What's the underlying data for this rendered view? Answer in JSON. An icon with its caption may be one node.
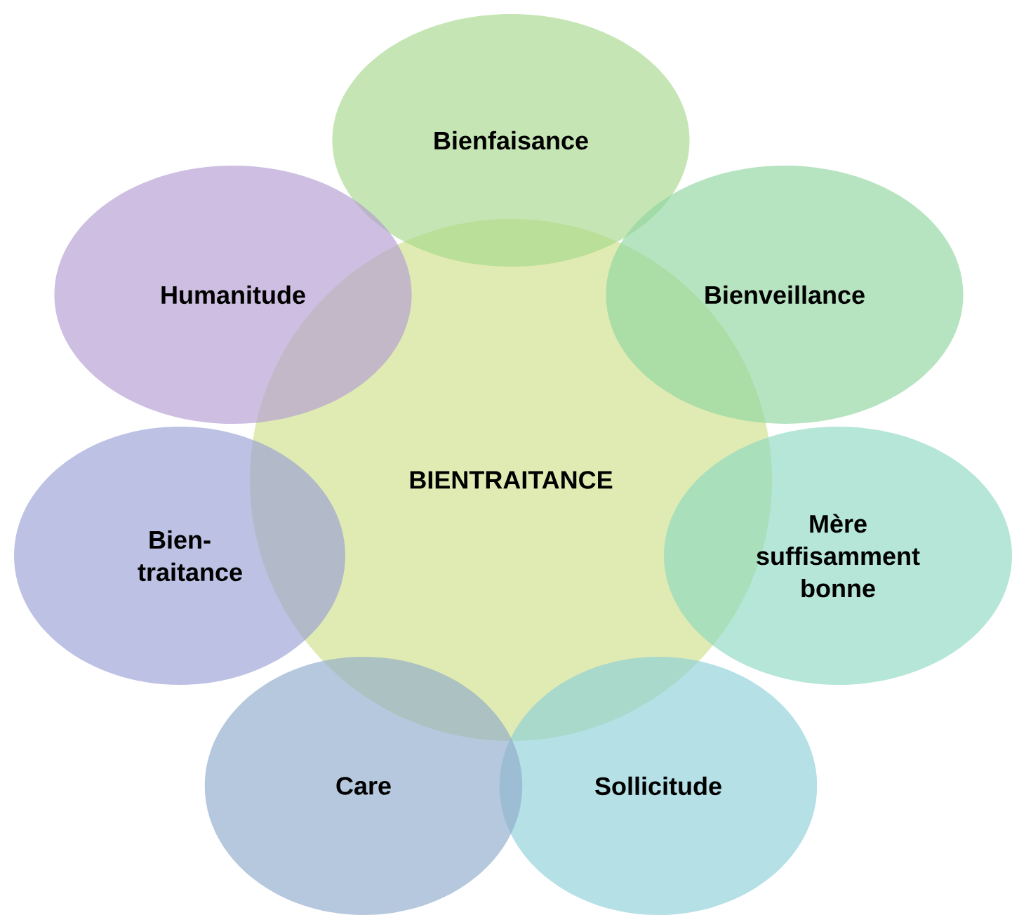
{
  "diagram": {
    "nodes": [
      {
        "text": [
          "BIENTRAITANCE"
        ]
      },
      {
        "text": [
          "Bienfaisance"
        ]
      },
      {
        "text": [
          "Bienveillance"
        ]
      },
      {
        "text": [
          "Mère suffisamment bonne"
        ]
      },
      {
        "text": [
          "Sollicitude"
        ]
      },
      {
        "text": [
          "Care"
        ]
      },
      {
        "text": [
          "Bien-traitance"
        ]
      },
      {
        "text": [
          "Humanitude"
        ]
      }
    ]
  }
}
